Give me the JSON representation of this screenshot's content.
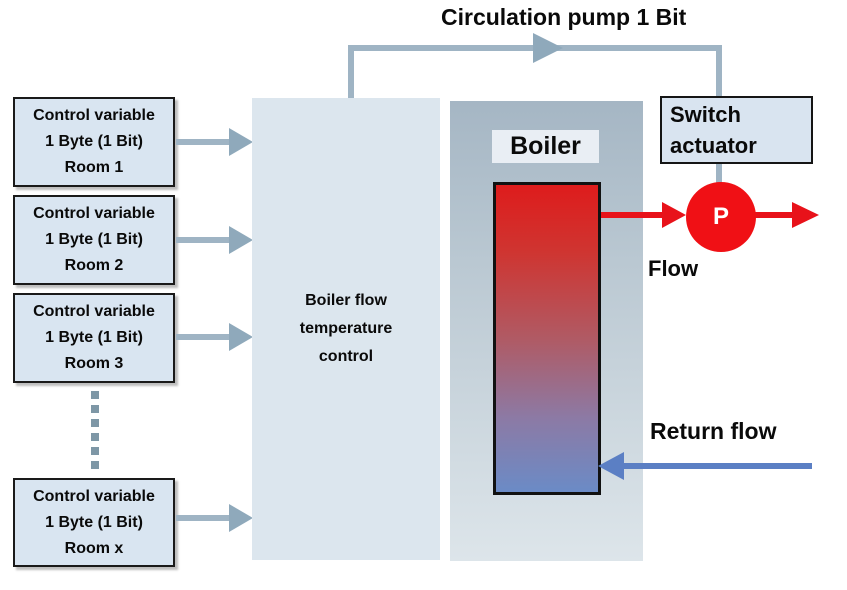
{
  "title": "Circulation pump 1 Bit",
  "inputs": {
    "boxes": [
      {
        "line1": "Control variable",
        "line2": "1 Byte (1 Bit)",
        "line3": "Room 1"
      },
      {
        "line1": "Control variable",
        "line2": "1 Byte (1 Bit)",
        "line3": "Room 2"
      },
      {
        "line1": "Control variable",
        "line2": "1 Byte (1 Bit)",
        "line3": "Room 3"
      },
      {
        "line1": "Control variable",
        "line2": "1 Byte (1 Bit)",
        "line3": "Room x"
      }
    ]
  },
  "controller": {
    "label": "Boiler flow temperature control"
  },
  "boiler": {
    "label": "Boiler"
  },
  "switch_actuator": {
    "label": "Switch actuator"
  },
  "pump": {
    "symbol": "P"
  },
  "flow": {
    "label": "Flow"
  },
  "return_flow": {
    "label": "Return flow"
  },
  "colors": {
    "input_box_fill": "#d9e5f1",
    "controller_fill": "#dce6ee",
    "housing_top": "#a5b6c4",
    "housing_bottom": "#dde5ea",
    "connector_gray_blue": "#9fb4c4",
    "vessel_hot": "#de1c1c",
    "vessel_cold": "#6b8bc6",
    "pump_red": "#f01015",
    "flow_arrow_red": "#e8121a",
    "return_arrow_blue": "#5b7fc4"
  }
}
